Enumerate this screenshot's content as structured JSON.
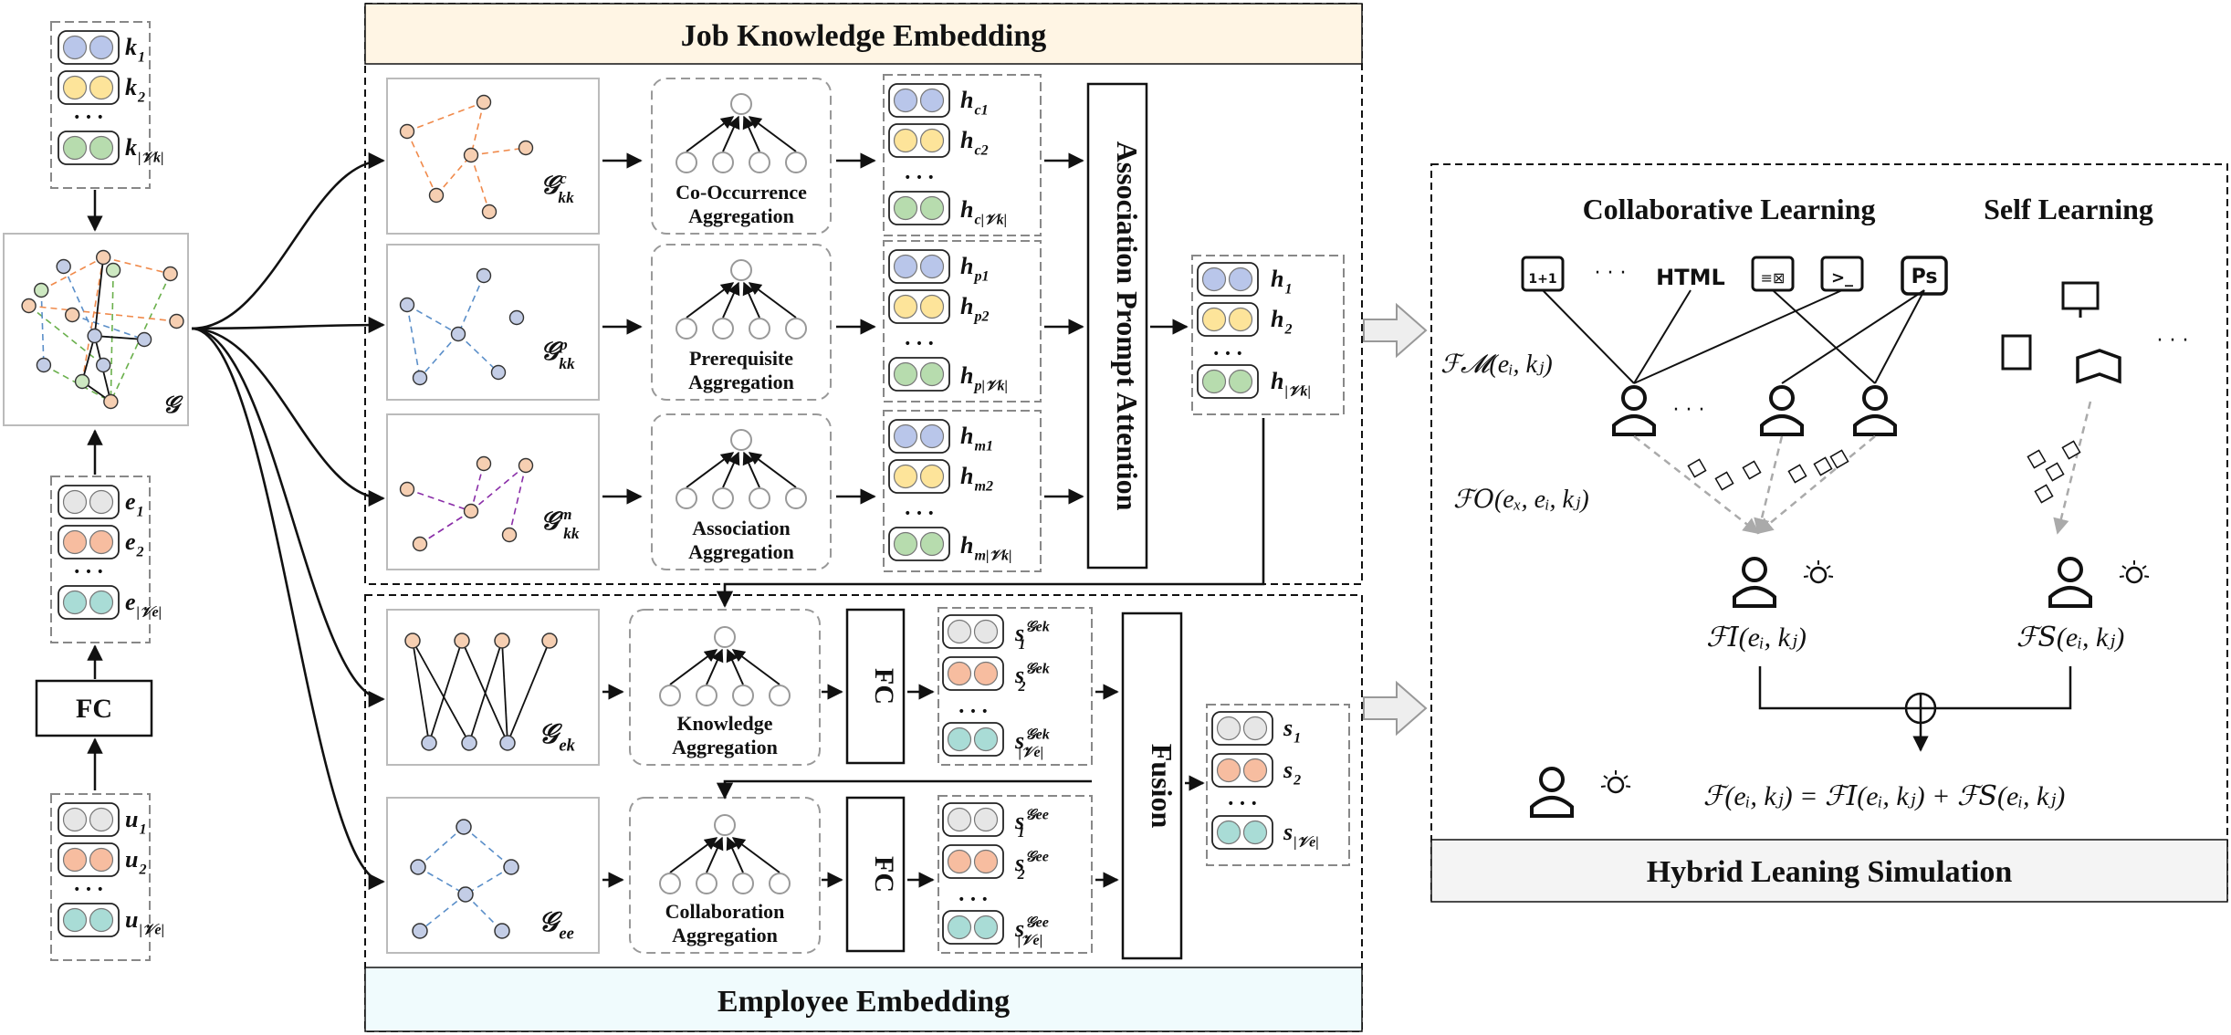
{
  "titles": {
    "job_knowledge": "Job Knowledge Embedding",
    "employee": "Employee Embedding",
    "hybrid": "Hybrid Leaning Simulation",
    "collaborative": "Collaborative Learning",
    "self": "Self Learning"
  },
  "left": {
    "k_vectors": [
      "k",
      "k",
      "k"
    ],
    "k_subs": [
      "1",
      "2",
      "|𝒱k|"
    ],
    "graph_label": "𝒢",
    "fc": "FC",
    "e_vectors": [
      "e",
      "e",
      "e"
    ],
    "e_subs": [
      "1",
      "2",
      "|𝒱e|"
    ],
    "u_vectors": [
      "u",
      "u",
      "u"
    ],
    "u_subs": [
      "1",
      "2",
      "|𝒱e|"
    ]
  },
  "job": {
    "graphs": [
      {
        "label": "𝒢",
        "sup": "c",
        "sub": "kk",
        "color": "#f08a4b"
      },
      {
        "label": "𝒢",
        "sup": "p",
        "sub": "kk",
        "color": "#5b8fc9"
      },
      {
        "label": "𝒢",
        "sup": "m",
        "sub": "kk",
        "color": "#8a2ea8"
      }
    ],
    "aggregations": [
      [
        "Co-Occurrence",
        "Aggregation"
      ],
      [
        "Prerequisite",
        "Aggregation"
      ],
      [
        "Association",
        "Aggregation"
      ]
    ],
    "h_groups": [
      {
        "sub": "c",
        "rows": [
          "1",
          "2",
          "|𝒱k|"
        ]
      },
      {
        "sub": "p",
        "rows": [
          "1",
          "2",
          "|𝒱k|"
        ]
      },
      {
        "sub": "m",
        "rows": [
          "1",
          "2",
          "|𝒱k|"
        ]
      }
    ],
    "attention": "Association Prompt Attention",
    "h_out": [
      "h",
      "h",
      "h"
    ],
    "h_out_subs": [
      "1",
      "2",
      "|𝒱k|"
    ]
  },
  "employee": {
    "graphs": [
      {
        "label": "𝒢",
        "sub": "ek"
      },
      {
        "label": "𝒢",
        "sub": "ee"
      }
    ],
    "aggregations": [
      [
        "Knowledge",
        "Aggregation"
      ],
      [
        "Collaboration",
        "Aggregation"
      ]
    ],
    "fc": "FC",
    "s_groups": [
      {
        "sup": "𝒢ek",
        "rows": [
          "1",
          "2",
          "|𝒱e|"
        ]
      },
      {
        "sup": "𝒢ee",
        "rows": [
          "1",
          "2",
          "|𝒱e|"
        ]
      }
    ],
    "fusion": "Fusion",
    "s_out": [
      "s",
      "s",
      "s"
    ],
    "s_out_subs": [
      "1",
      "2",
      "|𝒱e|"
    ]
  },
  "hybrid": {
    "icons": [
      "course-icon",
      "html-icon",
      "document-icon",
      "terminal-icon",
      "photoshop-icon"
    ],
    "html_label": "HTML",
    "ps_label": "Ps",
    "dots": "· · ·",
    "f_m": "ℱ𝓜(eᵢ, kⱼ)",
    "f_o": "ℱ𝑂(eₓ, eᵢ, kⱼ)",
    "f_i": "ℱ𝐼(eᵢ, kⱼ)",
    "f_s": "ℱ𝑆(eᵢ, kⱼ)",
    "equation": "ℱ(eᵢ, kⱼ) = ℱ𝐼(eᵢ, kⱼ) + ℱ𝑆(eᵢ, kⱼ)"
  },
  "colors": {
    "blue": "#b9c6ea",
    "yellow": "#fde49a",
    "green": "#b7dcae",
    "gray": "#e6e6e6",
    "salmon": "#f7bda0",
    "teal": "#a9dcd6",
    "node": "#f6cfb2",
    "node_blue": "#c3cde6",
    "job_header_bg": "#fff5e4",
    "emp_header_bg": "#f0fbfd",
    "hybrid_header_bg": "#f4f4f4"
  }
}
